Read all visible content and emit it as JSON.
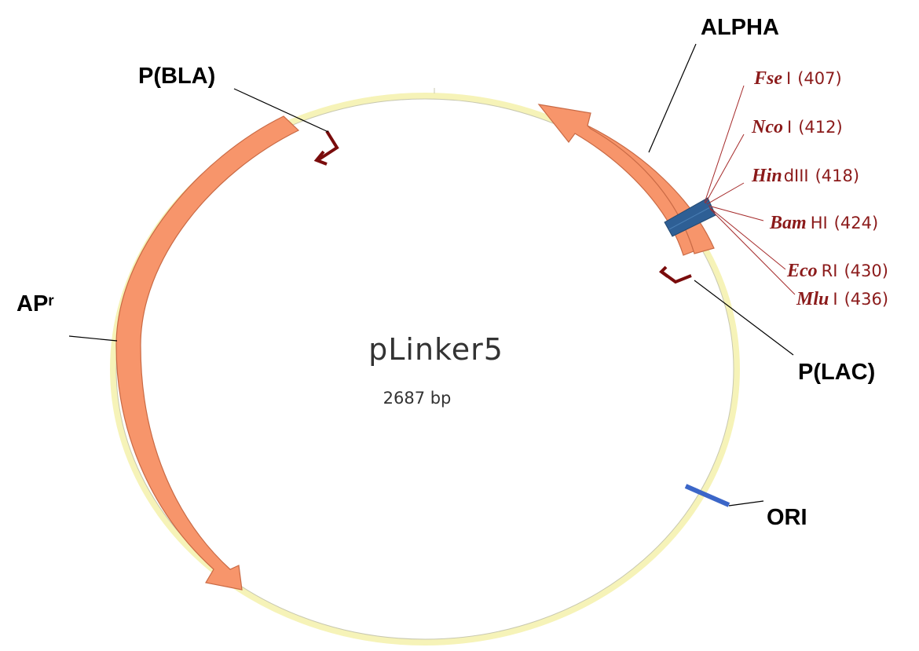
{
  "plasmid": {
    "name": "pLinker5",
    "size": "2687 bp"
  },
  "features": [
    {
      "id": "alpha",
      "label": "ALPHA",
      "sup": "",
      "kind": "gene"
    },
    {
      "id": "apr",
      "label": "AP",
      "sup": "r",
      "kind": "gene"
    },
    {
      "id": "pbla",
      "label": "P(BLA)",
      "sup": "",
      "kind": "promoter"
    },
    {
      "id": "plac",
      "label": "P(LAC)",
      "sup": "",
      "kind": "promoter"
    },
    {
      "id": "ori",
      "label": "ORI",
      "sup": "",
      "kind": "origin"
    }
  ],
  "restriction_sites": [
    {
      "enzyme_italic": "Fse",
      "enzyme_rest": "I",
      "position": "(407)"
    },
    {
      "enzyme_italic": "Nco",
      "enzyme_rest": "I",
      "position": "(412)"
    },
    {
      "enzyme_italic": "Hin",
      "enzyme_rest": "dIII",
      "position": "(418)"
    },
    {
      "enzyme_italic": "Bam",
      "enzyme_rest": "HI",
      "position": "(424)"
    },
    {
      "enzyme_italic": "Eco",
      "enzyme_rest": "RI",
      "position": "(430)"
    },
    {
      "enzyme_italic": "Mlu",
      "enzyme_rest": "I",
      "position": "(436)"
    }
  ],
  "colors": {
    "gene_fill": "#f7956b",
    "gene_stroke": "#c96a45",
    "backbone": "#f6f3b8",
    "mcs_block": "#2e5f95",
    "ori_mark": "#3b66c8",
    "promoter": "#7a0c0c",
    "site_text": "#8b1a1a",
    "site_line": "#a52a2a",
    "label_text": "#000000"
  }
}
